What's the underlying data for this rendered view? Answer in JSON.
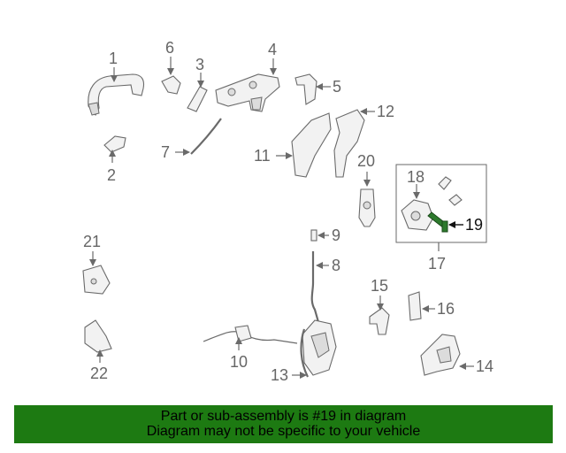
{
  "colors": {
    "banner": "#1d7a12",
    "highlight_part": "#2d7a2d",
    "lines": "#6a6a6a"
  },
  "callouts": {
    "c1": "1",
    "c2": "2",
    "c3": "3",
    "c4": "4",
    "c5": "5",
    "c6": "6",
    "c7": "7",
    "c8": "8",
    "c9": "9",
    "c10": "10",
    "c11": "11",
    "c12": "12",
    "c13": "13",
    "c14": "14",
    "c15": "15",
    "c16": "16",
    "c17": "17",
    "c18": "18",
    "c19": "19",
    "c20": "20",
    "c21": "21",
    "c22": "22"
  },
  "highlighted_callout": "19",
  "banner": {
    "line1": "Part or sub-assembly is #19 in diagram",
    "line2": "Diagram may not be specific to your vehicle"
  }
}
